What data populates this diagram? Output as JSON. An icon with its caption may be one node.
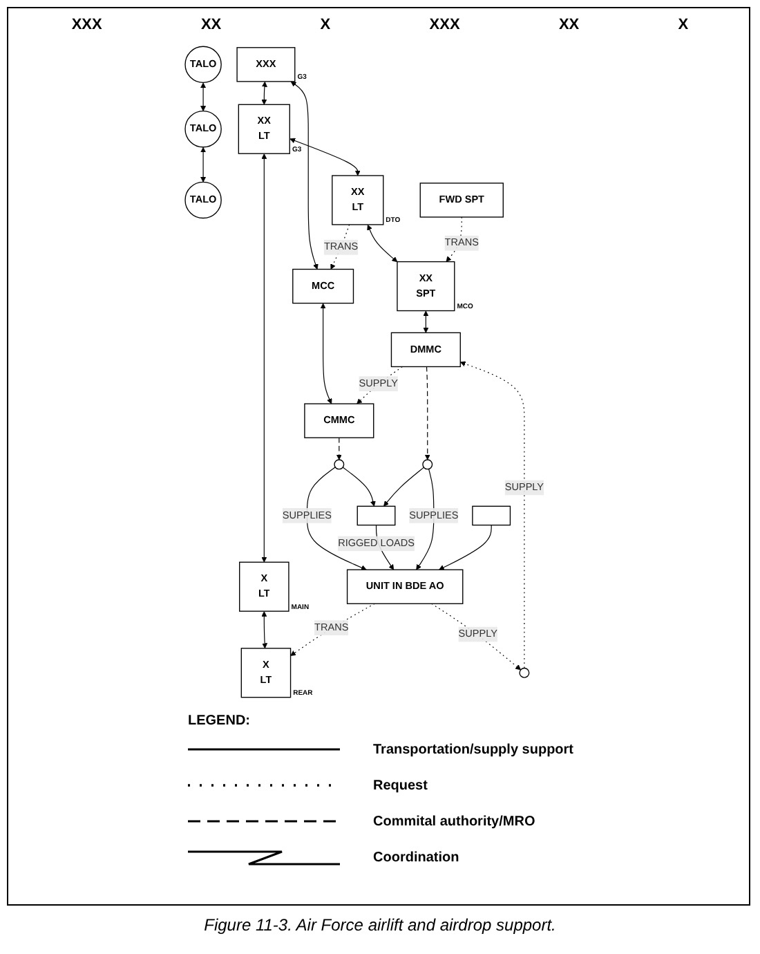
{
  "diagram": {
    "caption": "Figure 11-3. Air Force airlift and airdrop support.",
    "nodes": [
      {
        "text": [
          "TALO"
        ]
      },
      {
        "text": [
          "XXX"
        ],
        "beside": [
          "G3"
        ]
      },
      {
        "text": [
          "TALO"
        ]
      },
      {
        "text": [
          "XX",
          "LT"
        ],
        "beside": [
          "G3"
        ]
      },
      {
        "text": [
          "TALO"
        ]
      },
      {
        "text": [
          "X",
          "LT"
        ],
        "beside": [
          "MAIN"
        ]
      },
      {
        "text": [
          "MCC"
        ]
      },
      {
        "text": [
          "XX",
          "LT"
        ],
        "beside": [
          "DTO"
        ]
      },
      {
        "text": [
          "XX",
          "SPT"
        ],
        "beside": [
          "MCO"
        ]
      },
      {
        "text": [
          "FWD SPT"
        ]
      },
      {
        "text": [
          "X",
          "LT"
        ],
        "beside": [
          "REAR"
        ]
      },
      {
        "text": [
          "CMMC"
        ]
      },
      {
        "text": [
          "DMMC"
        ]
      },
      {
        "text": [],
        "shape": "circle"
      },
      {
        "text": [],
        "shape": "box"
      },
      {
        "text": [],
        "shape": "circle"
      },
      {
        "text": [],
        "shape": "circle"
      },
      {
        "text": [],
        "shape": "box"
      },
      {
        "text": [
          "UNIT IN BDE AO"
        ]
      }
    ],
    "edges": [
      {
        "from": 0,
        "to": 2,
        "arrow": "both"
      },
      {
        "from": 2,
        "to": 4,
        "arrow": "both"
      },
      {
        "from": 1,
        "to": 3,
        "arrow": "both"
      },
      {
        "from": 3,
        "to": 5,
        "arrow": "both"
      },
      {
        "from": 1,
        "to": 6,
        "arrow": "both"
      },
      {
        "from": 3,
        "to": 7,
        "arrow": "both"
      },
      {
        "from": 5,
        "to": 10,
        "arrow": "both"
      },
      {
        "from": 7,
        "to": 8,
        "arrow": "both"
      },
      {
        "from": 6,
        "to": 11,
        "arrow": "both"
      },
      {
        "from": 8,
        "to": 12,
        "arrow": "both"
      },
      {
        "from": 7,
        "to": 6,
        "arrow": "to",
        "label": "TRANS",
        "style": "dashed"
      },
      {
        "from": 9,
        "to": 8,
        "arrow": "to",
        "label": "TRANS",
        "style": "dashed"
      },
      {
        "from": 12,
        "to": 11,
        "arrow": "to",
        "label": "SUPPLY",
        "style": "dashed"
      },
      {
        "from": 16,
        "to": 12,
        "arrow": "to",
        "label": "SUPPLY",
        "style": "dashed"
      },
      {
        "from": 18,
        "to": 10,
        "arrow": "to",
        "label": "TRANS",
        "style": "dashed"
      },
      {
        "from": 18,
        "to": 16,
        "arrow": "to",
        "label": "SUPPLY",
        "style": "dashed"
      },
      {
        "from": 11,
        "to": 13,
        "arrow": "to",
        "style": "dashed"
      },
      {
        "from": 12,
        "to": 15,
        "arrow": "to",
        "style": "dashed"
      },
      {
        "from": 13,
        "to": 14,
        "arrow": "to"
      },
      {
        "from": 15,
        "to": 14,
        "arrow": "to"
      },
      {
        "from": 13,
        "to": 18,
        "arrow": "to",
        "label": "SUPPLIES"
      },
      {
        "from": 14,
        "to": 18,
        "arrow": "to",
        "label": "RIGGED LOADS"
      },
      {
        "from": 15,
        "to": 18,
        "arrow": "to",
        "label": "SUPPLIES"
      },
      {
        "from": 17,
        "to": 18,
        "arrow": "to"
      }
    ],
    "labels": [
      "XXX",
      "XX",
      "X",
      "XXX",
      "XX",
      "X",
      "LEGEND:"
    ],
    "legend": [
      {
        "text": "Transportation/supply support"
      },
      {
        "text": "Request"
      },
      {
        "text": "Commital authority/MRO"
      },
      {
        "text": "Coordination"
      }
    ]
  }
}
